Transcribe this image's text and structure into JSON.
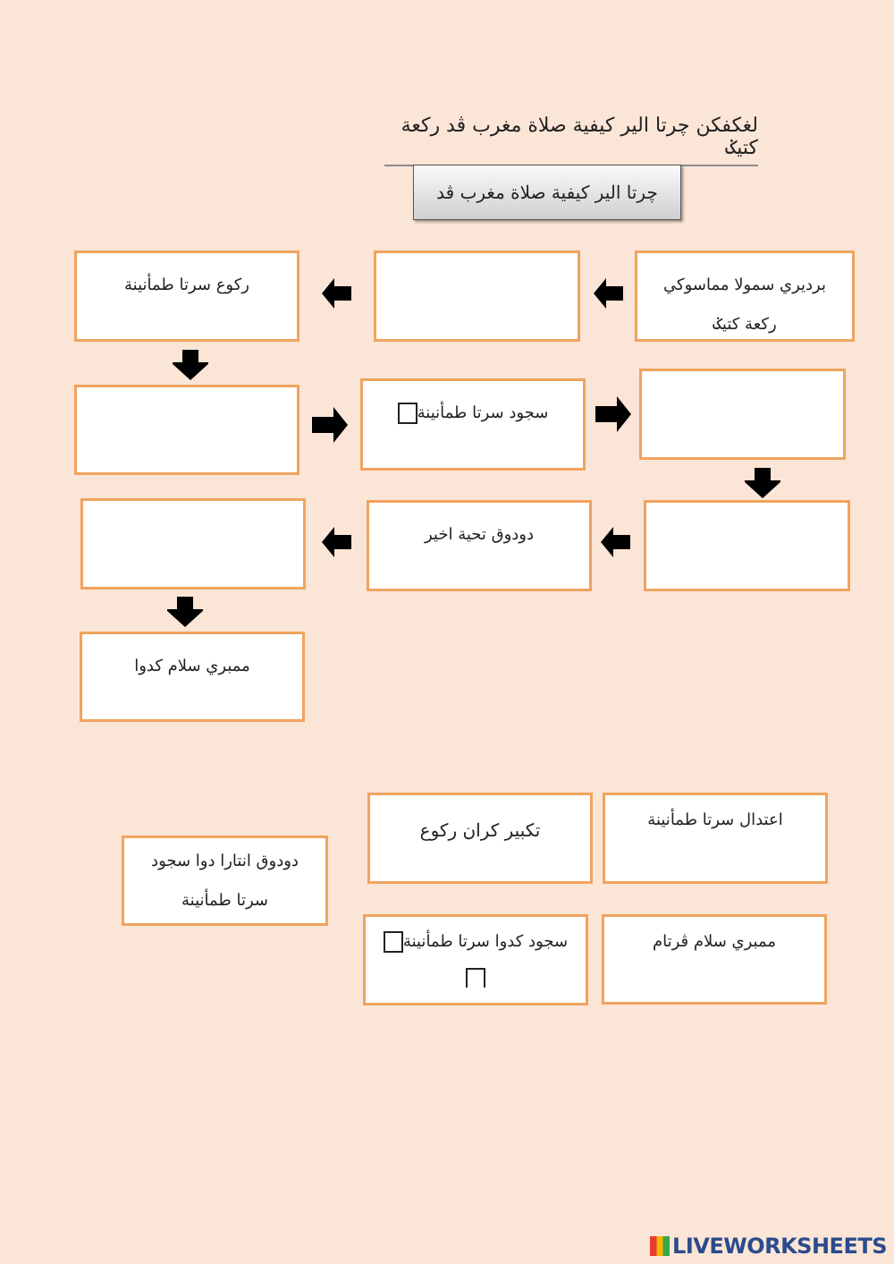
{
  "title": "لغكفكن چرتا الير كيفية صلاة مغرب ڤد ركعة كتيݢ",
  "banner": "چرتا الير كيفية صلاة مغرب ڤد",
  "flow": {
    "box1": "برديري سمولا مماسوكي ركعة كتيݢ",
    "box2": "",
    "box3": "ركوع سرتا طمأنينة",
    "box4": "",
    "box5": "سجود سرتا طمأنينة",
    "box6": "",
    "box7": "",
    "box8": "دودوق تحية اخير",
    "box9": "",
    "box10": "ممبري سلام كدوا"
  },
  "options": [
    "تكبير كران ركوع",
    "اعتدال سرتا طمأنينة",
    "دودوق انتارا دوا سجود سرتا طمأنينة",
    "سجود كدوا سرتا طمأنينة",
    "ممبري سلام ڤرتام"
  ],
  "colors": {
    "background": "#fbe5d6",
    "box_border": "#f0a35e"
  },
  "logo": "LIVEWORKSHEETS"
}
